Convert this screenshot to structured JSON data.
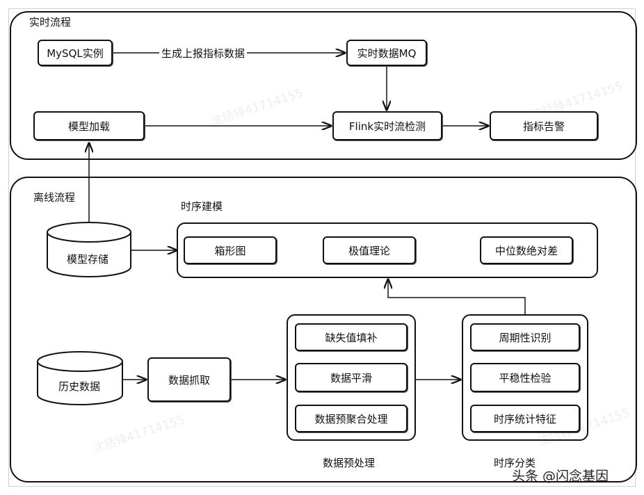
{
  "sections": {
    "realtime": "实时流程",
    "offline": "离线流程"
  },
  "nodes": {
    "mysql": "MySQL实例",
    "mq": "实时数据MQ",
    "model_load": "模型加载",
    "flink": "Flink实时流检测",
    "alert": "指标告警",
    "model_store": "模型存储",
    "history": "历史数据",
    "fetch": "数据抓取",
    "boxplot": "箱形图",
    "evt": "极值理论",
    "mad": "中位数绝对差",
    "missing": "缺失值填补",
    "smooth": "数据平滑",
    "aggregate": "数据预聚合处理",
    "period": "周期性识别",
    "stationary": "平稳性检验",
    "ts_stats": "时序统计特征"
  },
  "edge_labels": {
    "mysql_to_mq": "生成上报指标数据"
  },
  "groups": {
    "modeling": "时序建模",
    "preprocess": "数据预处理",
    "classify": "时序分类"
  },
  "watermark": "沈括锋41714155",
  "credit": "头条 @闪念基因"
}
